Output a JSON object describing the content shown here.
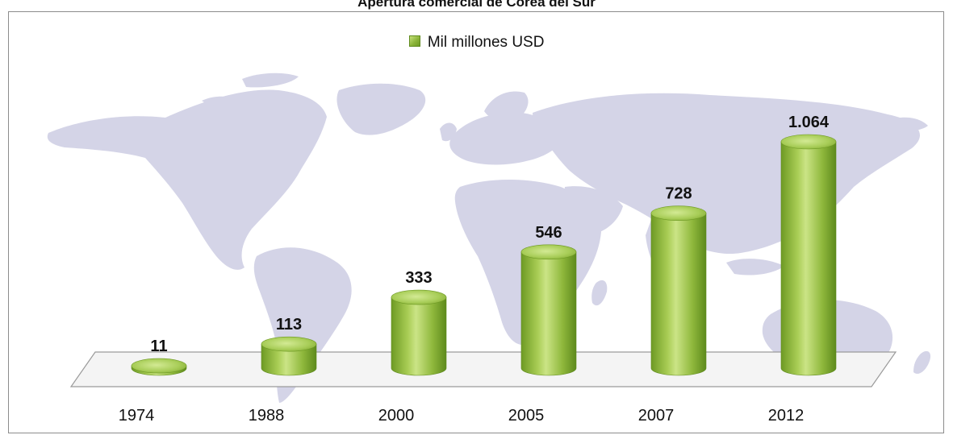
{
  "chart_data": {
    "type": "bar",
    "title": "Apertura comercial de Corea del Sur",
    "categories": [
      "1974",
      "1988",
      "2000",
      "2005",
      "2007",
      "2012"
    ],
    "series": [
      {
        "name": "Mil millones USD",
        "values": [
          11,
          113,
          333,
          546,
          728,
          1064
        ]
      }
    ],
    "data_labels": [
      "11",
      "113",
      "333",
      "546",
      "728",
      "1.064"
    ],
    "ylim": [
      0,
      1064
    ],
    "legend_position": "top",
    "grid": false,
    "bar_style": "3d-cylinder",
    "colors": {
      "bar_light": "#c9e27e",
      "bar_mid": "#8cb53a",
      "bar_dark": "#5e8a1c",
      "map": "#d3d3e6"
    }
  }
}
